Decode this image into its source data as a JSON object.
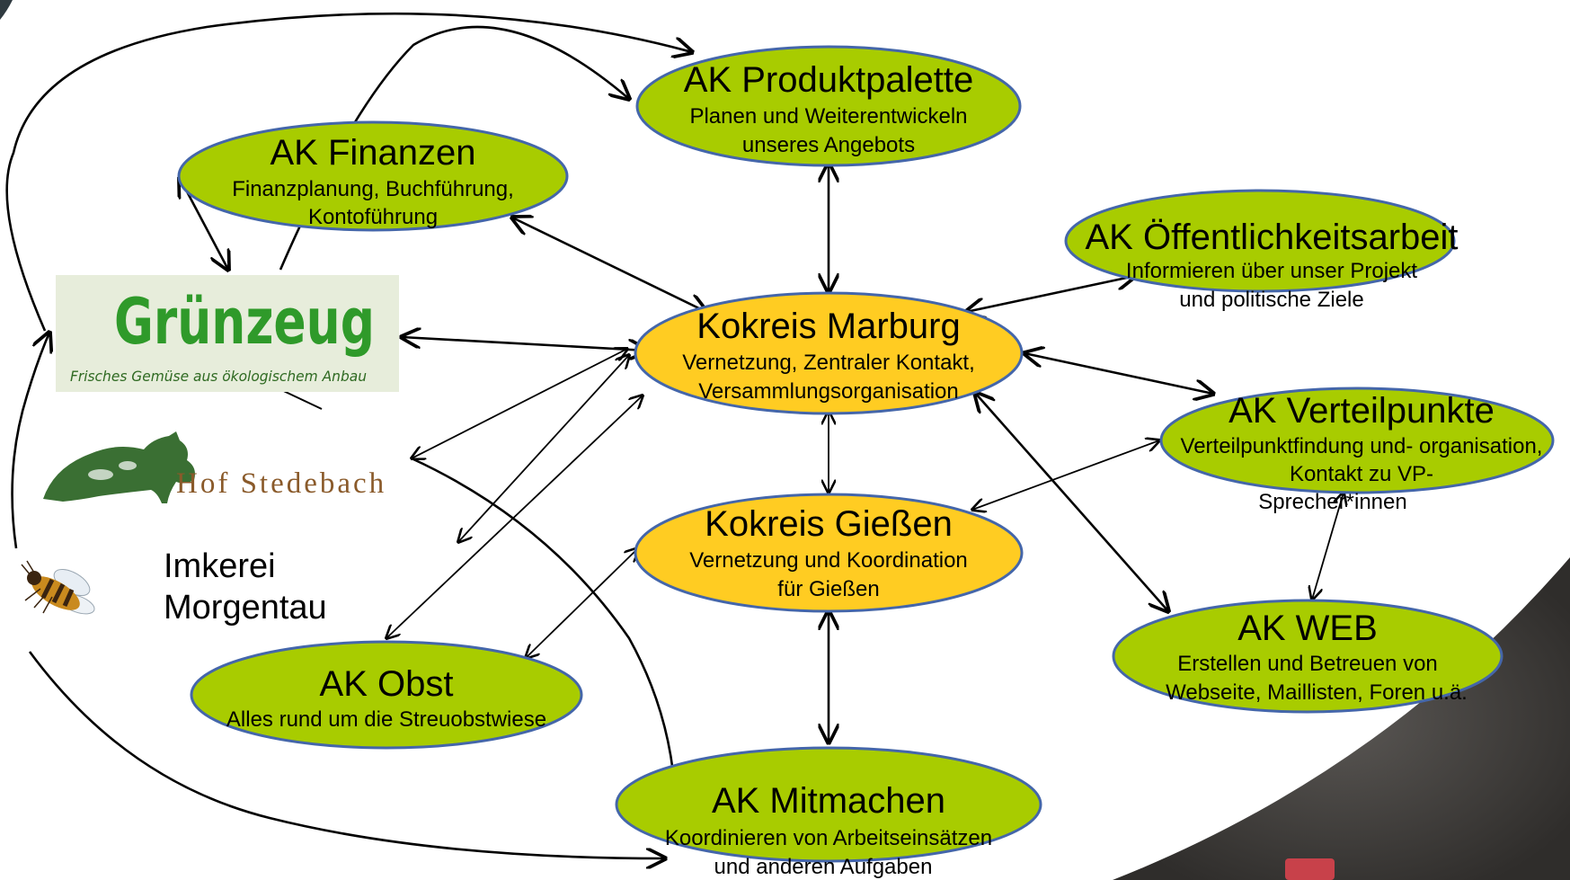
{
  "colors": {
    "ak_fill": "#a8cc00",
    "kokreis_fill": "#ffcc22",
    "node_stroke": "#4466aa",
    "gruenzeug_green": "#2f9a2a",
    "hof_text": "#8a5a2a",
    "hof_cow": "#3a6f33"
  },
  "nodes": {
    "produktpalette": {
      "title": "AK Produktpalette",
      "line1": "Planen und Weiterentwickeln",
      "line2": "unseres Angebots"
    },
    "finanzen": {
      "title": "AK Finanzen",
      "line1": "Finanzplanung, Buchführung,",
      "line2": "Kontoführung"
    },
    "oeffentlichkeit": {
      "title": "AK Öffentlichkeitsarbeit",
      "line1": "Informieren über unser Projekt",
      "line2": "und politische Ziele"
    },
    "marburg": {
      "title": "Kokreis Marburg",
      "line1": "Vernetzung, Zentraler Kontakt,",
      "line2": "Versammlungsorganisation"
    },
    "verteilpunkte": {
      "title": "AK Verteilpunkte",
      "line1": "Verteilpunktfindung und- organisation,",
      "line2": "Kontakt zu VP-",
      "line3": "Sprecher*innen"
    },
    "giessen": {
      "title": "Kokreis Gießen",
      "line1": "Vernetzung und Koordination",
      "line2": "für Gießen"
    },
    "web": {
      "title": "AK WEB",
      "line1": "Erstellen und Betreuen von",
      "line2": "Webseite, Maillisten, Foren u.ä."
    },
    "obst": {
      "title": "AK Obst",
      "line1": "Alles rund um die Streuobstwiese"
    },
    "mitmachen": {
      "title": "AK Mitmachen",
      "line1": "Koordinieren von Arbeitseinsätzen",
      "line2": "und anderen Aufgaben"
    }
  },
  "partners": {
    "gruenzeug": {
      "name": "Grünzeug",
      "tagline": "Frisches Gemüse aus ökologischem Anbau"
    },
    "hof": {
      "name": "Hof Stedebach"
    },
    "imkerei": {
      "line1": "Imkerei",
      "line2": "Morgentau"
    }
  }
}
